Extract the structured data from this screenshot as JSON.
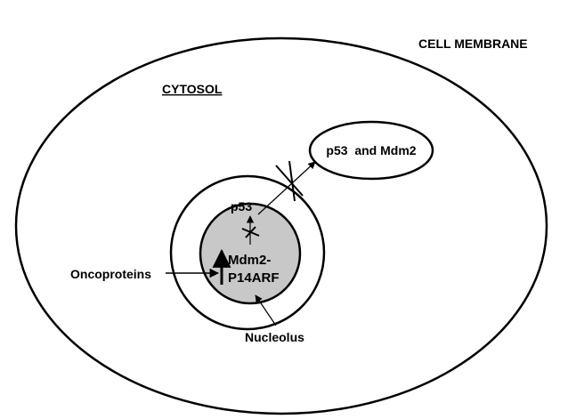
{
  "labels": {
    "cell_membrane": "CELL MEMBRANE",
    "cytosol": "CYTOSOL",
    "p53_and_mdm2": "p53  and Mdm2",
    "p53": "p53",
    "mdm2": "Mdm2-",
    "p14arf": "P14ARF",
    "oncoproteins": "Oncoproteins",
    "nucleolus": "Nucleolus"
  },
  "colors": {
    "stroke": "#000000",
    "nucleolus_fill": "#c8c8c8",
    "background": "#ffffff"
  }
}
